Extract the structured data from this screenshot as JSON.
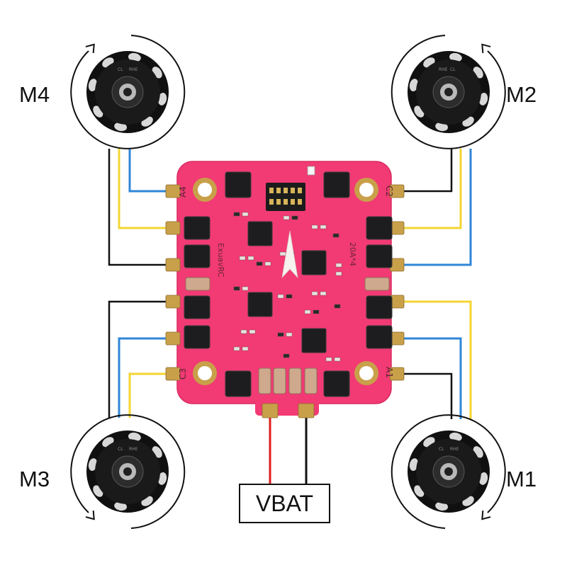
{
  "motors": [
    {
      "id": "m4",
      "label": "M4",
      "cap_text": [
        "CL",
        "RHE"
      ]
    },
    {
      "id": "m2",
      "label": "M2",
      "cap_text": [
        "RHE",
        "CL"
      ]
    },
    {
      "id": "m3",
      "label": "M3",
      "cap_text": [
        "CL",
        "RHE"
      ]
    },
    {
      "id": "m1",
      "label": "M1",
      "cap_text": [
        "CL",
        "RHE"
      ]
    }
  ],
  "power": {
    "label": "VBAT"
  },
  "board": {
    "brand": "ExuavRC",
    "rating": "20A*4",
    "pad_labels": {
      "top_left": "A4",
      "top_right": "C2",
      "bottom_left": "C3",
      "bottom_right": "A1"
    }
  },
  "colors": {
    "board": "#f23a74",
    "board_edge": "#d92c62",
    "wire_blue": "#2f86d8",
    "wire_yellow": "#f3d633",
    "wire_black": "#111111",
    "wire_red": "#e01b1b",
    "chip": "#1d1d1f",
    "pad_gold": "#c9a04a"
  }
}
